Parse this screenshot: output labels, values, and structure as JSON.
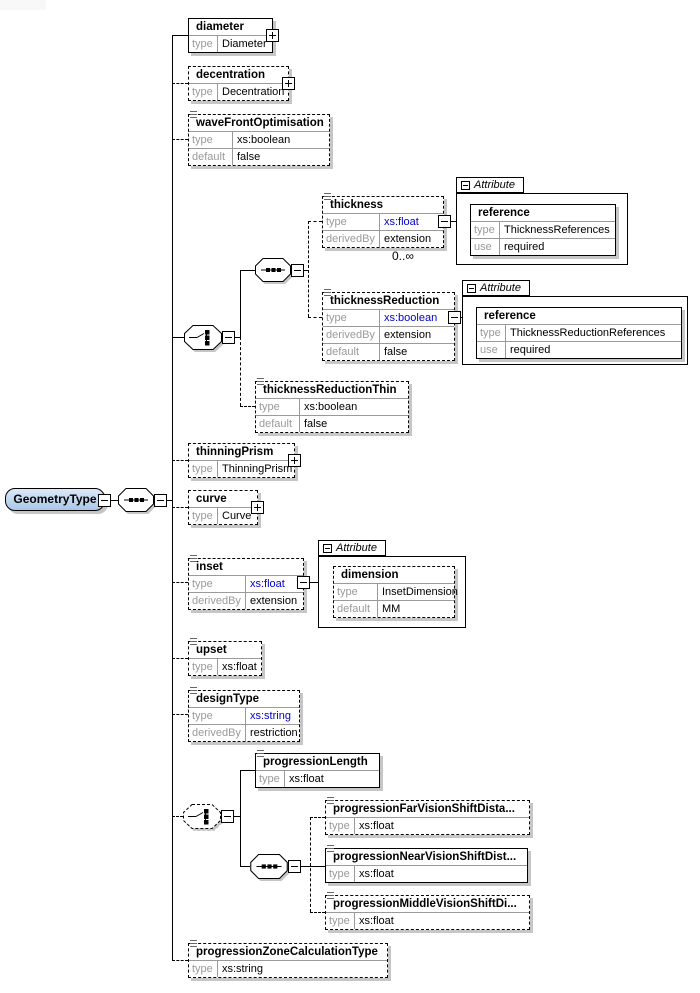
{
  "root": {
    "label": "GeometryType"
  },
  "labels": {
    "attribute": "Attribute"
  },
  "nodes": {
    "diameter": {
      "title": "diameter",
      "rows": [
        {
          "label": "type",
          "value": "Diameter"
        }
      ]
    },
    "decentration": {
      "title": "decentration",
      "rows": [
        {
          "label": "type",
          "value": "Decentration"
        }
      ]
    },
    "waveFrontOptimisation": {
      "title": "waveFrontOptimisation",
      "rows": [
        {
          "label": "type",
          "value": "xs:boolean"
        },
        {
          "label": "default",
          "value": "false"
        }
      ]
    },
    "thickness": {
      "title": "thickness",
      "multiplicity": "0..∞",
      "rows": [
        {
          "label": "type",
          "value": "xs:float"
        },
        {
          "label": "derivedBy",
          "value": "extension"
        }
      ]
    },
    "thicknessReference": {
      "title": "reference",
      "rows": [
        {
          "label": "type",
          "value": "ThicknessReferences"
        },
        {
          "label": "use",
          "value": "required"
        }
      ]
    },
    "thicknessReduction": {
      "title": "thicknessReduction",
      "rows": [
        {
          "label": "type",
          "value": "xs:boolean"
        },
        {
          "label": "derivedBy",
          "value": "extension"
        },
        {
          "label": "default",
          "value": "false"
        }
      ]
    },
    "thicknessReductionReference": {
      "title": "reference",
      "rows": [
        {
          "label": "type",
          "value": "ThicknessReductionReferences"
        },
        {
          "label": "use",
          "value": "required"
        }
      ]
    },
    "thicknessReductionThin": {
      "title": "thicknessReductionThin",
      "rows": [
        {
          "label": "type",
          "value": "xs:boolean"
        },
        {
          "label": "default",
          "value": "false"
        }
      ]
    },
    "thinningPrism": {
      "title": "thinningPrism",
      "rows": [
        {
          "label": "type",
          "value": "ThinningPrism"
        }
      ]
    },
    "curve": {
      "title": "curve",
      "rows": [
        {
          "label": "type",
          "value": "Curve"
        }
      ]
    },
    "inset": {
      "title": "inset",
      "rows": [
        {
          "label": "type",
          "value": "xs:float"
        },
        {
          "label": "derivedBy",
          "value": "extension"
        }
      ]
    },
    "dimension": {
      "title": "dimension",
      "rows": [
        {
          "label": "type",
          "value": "InsetDimension"
        },
        {
          "label": "default",
          "value": "MM"
        }
      ]
    },
    "upset": {
      "title": "upset",
      "rows": [
        {
          "label": "type",
          "value": "xs:float"
        }
      ]
    },
    "designType": {
      "title": "designType",
      "rows": [
        {
          "label": "type",
          "value": "xs:string"
        },
        {
          "label": "derivedBy",
          "value": "restriction"
        }
      ]
    },
    "progressionLength": {
      "title": "progressionLength",
      "rows": [
        {
          "label": "type",
          "value": "xs:float"
        }
      ]
    },
    "progressionFarVisionShiftDistance": {
      "title": "progressionFarVisionShiftDista...",
      "rows": [
        {
          "label": "type",
          "value": "xs:float"
        }
      ]
    },
    "progressionNearVisionShiftDistance": {
      "title": "progressionNearVisionShiftDist...",
      "rows": [
        {
          "label": "type",
          "value": "xs:float"
        }
      ]
    },
    "progressionMiddleVisionShiftDistance": {
      "title": "progressionMiddleVisionShiftDi...",
      "rows": [
        {
          "label": "type",
          "value": "xs:float"
        }
      ]
    },
    "progressionZoneCalculationType": {
      "title": "progressionZoneCalculationType",
      "rows": [
        {
          "label": "type",
          "value": "xs:string"
        }
      ]
    }
  },
  "colors": {
    "link_blue": "#0000cc",
    "label_gray": "#9a9a9a",
    "root_fill": "#b9d3ef"
  }
}
